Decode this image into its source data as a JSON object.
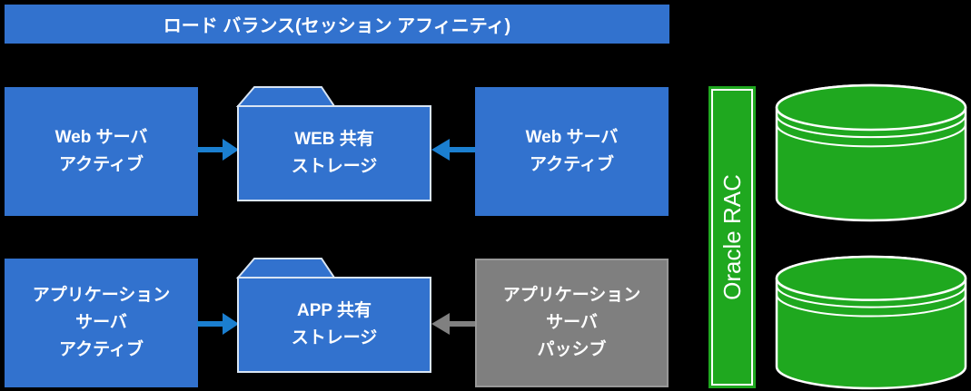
{
  "banner": {
    "label": "ロード バランス(セッション アフィニティ)"
  },
  "nodes": {
    "web_server_left": {
      "lines": [
        "Web サーバ",
        "アクティブ"
      ]
    },
    "web_storage": {
      "lines": [
        "WEB 共有",
        "ストレージ"
      ]
    },
    "web_server_right": {
      "lines": [
        "Web サーバ",
        "アクティブ"
      ]
    },
    "app_server_active": {
      "lines": [
        "アプリケーション",
        "サーバ",
        "アクティブ"
      ]
    },
    "app_storage": {
      "lines": [
        "APP 共有",
        "ストレージ"
      ]
    },
    "app_server_passive": {
      "lines": [
        "アプリケーション",
        "サーバ",
        "パッシブ"
      ]
    },
    "oracle_rac": {
      "label": "Oracle RAC"
    }
  },
  "colors": {
    "background": "#000000",
    "node_blue": "#3272CE",
    "arrow_blue": "#1B7FD0",
    "folder_border": "#D9E5F3",
    "node_gray": "#7F7F7F",
    "arrow_gray": "#808080",
    "rac_green": "#1FA81F",
    "text_white": "#FFFFFF"
  }
}
